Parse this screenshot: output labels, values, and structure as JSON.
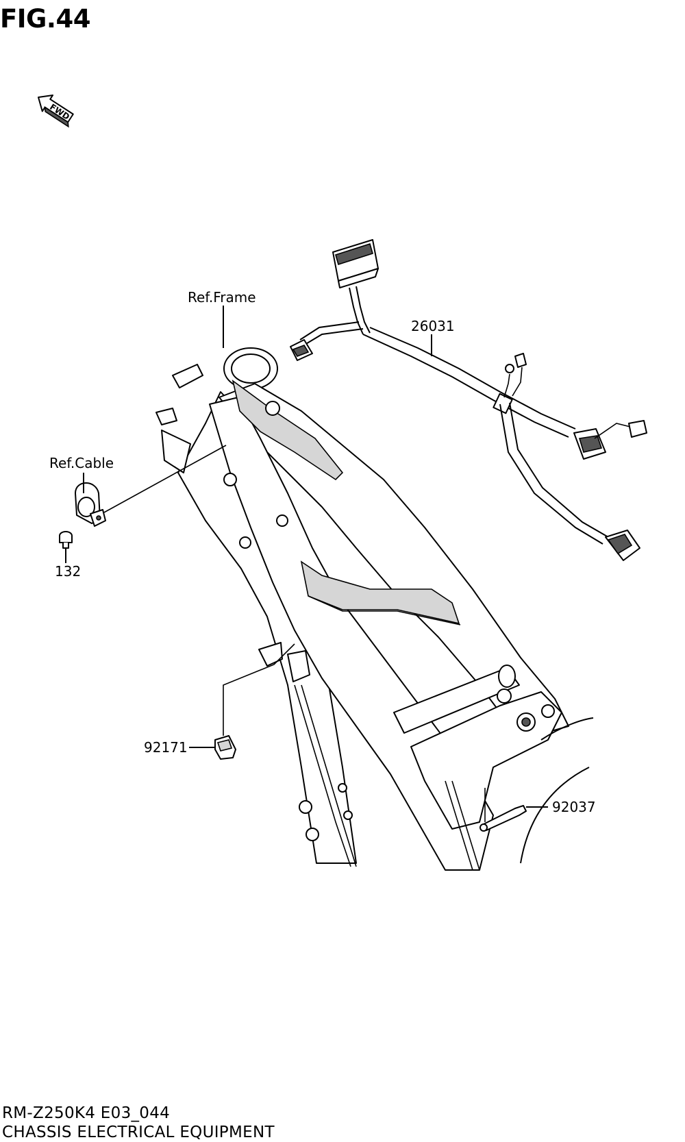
{
  "figure": {
    "title": "FIG.44",
    "model_code": "RM-Z250K4 E03_044",
    "section_title": "CHASSIS ELECTRICAL EQUIPMENT"
  },
  "direction_marker": {
    "text": "FWD",
    "icon": "fwd-arrow-icon"
  },
  "callouts": [
    {
      "id": "ref-frame",
      "label": "Ref.Frame"
    },
    {
      "id": "26031",
      "label": "26031"
    },
    {
      "id": "ref-cable",
      "label": "Ref.Cable"
    },
    {
      "id": "132",
      "label": "132"
    },
    {
      "id": "92171",
      "label": "92171"
    },
    {
      "id": "92037",
      "label": "92037"
    }
  ]
}
